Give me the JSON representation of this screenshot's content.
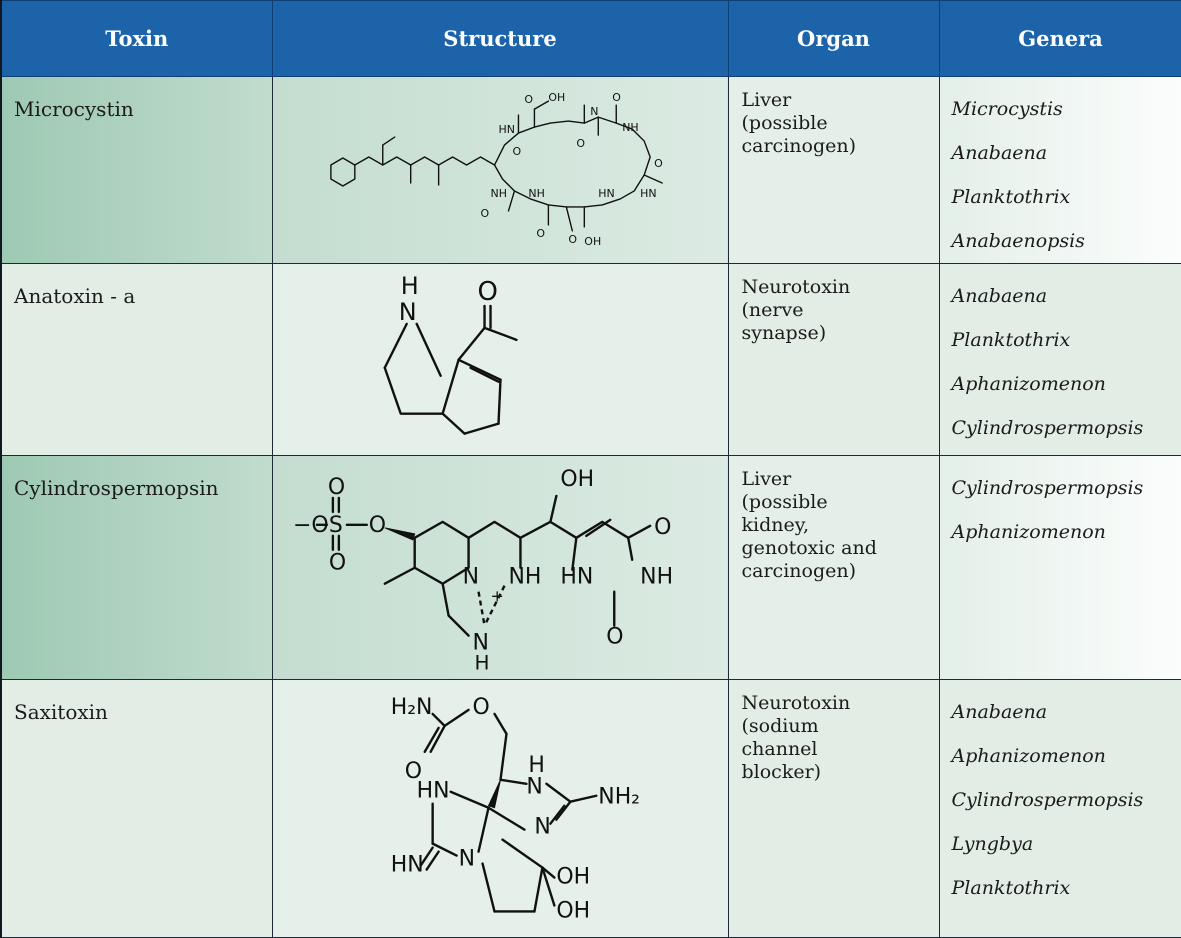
{
  "table": {
    "headers": {
      "toxin": "Toxin",
      "structure": "Structure",
      "organ": "Organ",
      "genera": "Genera"
    },
    "rows": [
      {
        "toxin": "Microcystin",
        "organ": [
          "Liver",
          "(possible",
          "carcinogen)"
        ],
        "genera": [
          "Microcystis",
          "Anabaena",
          "Planktothrix",
          "Anabaenopsis"
        ],
        "structure_labels": [
          "O",
          "OH",
          "HN",
          "O",
          "NH",
          "O",
          "NH",
          "O",
          "HN",
          "O",
          "NH",
          "N",
          "O",
          "HN",
          "O",
          "O",
          "OH"
        ]
      },
      {
        "toxin": "Anatoxin - a",
        "organ": [
          "Neurotoxin",
          "(nerve",
          "synapse)"
        ],
        "genera": [
          "Anabaena",
          "Planktothrix",
          "Aphanizomenon",
          "Cylindrospermopsis"
        ],
        "structure_labels": [
          "H",
          "N",
          "O"
        ]
      },
      {
        "toxin": "Cylindrospermopsin",
        "organ": [
          "Liver",
          "(possible",
          "kidney,",
          "genotoxic and",
          "carcinogen)"
        ],
        "genera": [
          "Cylindrospermopsis",
          "Aphanizomenon"
        ],
        "structure_labels": [
          "O",
          "−O",
          "S",
          "O",
          "O",
          "OH",
          "O",
          "N",
          "NH",
          "HN",
          "NH",
          "+",
          "O",
          "N",
          "H"
        ]
      },
      {
        "toxin": "Saxitoxin",
        "organ": [
          "Neurotoxin",
          "(sodium",
          "channel",
          "blocker)"
        ],
        "genera": [
          "Anabaena",
          "Aphanizomenon",
          "Cylindrospermopsis",
          "Lyngbya",
          "Planktothrix"
        ],
        "structure_labels": [
          "H₂N",
          "O",
          "O",
          "HN",
          "H",
          "N",
          "NH₂",
          "N",
          "HN",
          "N",
          "OH",
          "OH"
        ]
      }
    ]
  }
}
